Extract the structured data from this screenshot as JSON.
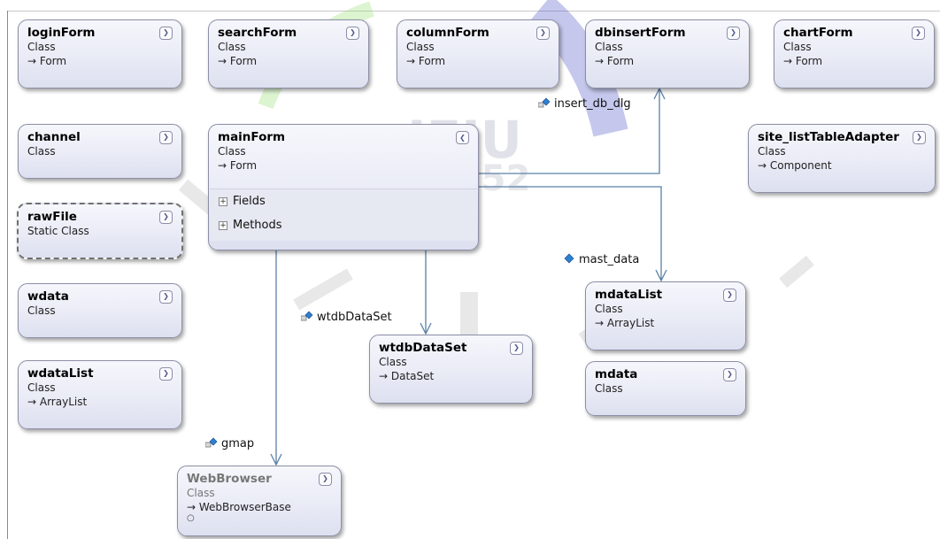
{
  "classes": {
    "loginForm": {
      "name": "loginForm",
      "kind": "Class",
      "base": "→ Form"
    },
    "searchForm": {
      "name": "searchForm",
      "kind": "Class",
      "base": "→ Form"
    },
    "columnForm": {
      "name": "columnForm",
      "kind": "Class",
      "base": "→ Form"
    },
    "dbinsertForm": {
      "name": "dbinsertForm",
      "kind": "Class",
      "base": "→ Form"
    },
    "chartForm": {
      "name": "chartForm",
      "kind": "Class",
      "base": "→ Form"
    },
    "channel": {
      "name": "channel",
      "kind": "Class"
    },
    "mainForm": {
      "name": "mainForm",
      "kind": "Class",
      "base": "→ Form",
      "fields": "Fields",
      "methods": "Methods"
    },
    "siteListTableAdapter": {
      "name": "site_listTableAdapter",
      "kind": "Class",
      "base": "→ Component"
    },
    "rawFile": {
      "name": "rawFile",
      "kind": "Static Class"
    },
    "wdata": {
      "name": "wdata",
      "kind": "Class"
    },
    "wdataList": {
      "name": "wdataList",
      "kind": "Class",
      "base": "→ ArrayList"
    },
    "wtdbDataSet": {
      "name": "wtdbDataSet",
      "kind": "Class",
      "base": "→ DataSet"
    },
    "mdataList": {
      "name": "mdataList",
      "kind": "Class",
      "base": "→ ArrayList"
    },
    "mdata": {
      "name": "mdata",
      "kind": "Class"
    },
    "WebBrowser": {
      "name": "WebBrowser",
      "kind": "Class",
      "base": "→ WebBrowserBase"
    }
  },
  "associations": {
    "insert_db_dlg": "insert_db_dlg",
    "mast_data": "mast_data",
    "wtdbDataSet": "wtdbDataSet",
    "gmap": "gmap"
  },
  "watermark": {
    "text1": "JEJU",
    "text2": "1952"
  },
  "colors": {
    "border": "#8c8ea6",
    "line": "#5b80a8",
    "watermark_green": "#7fd04a",
    "watermark_blue": "#2a34b0"
  }
}
